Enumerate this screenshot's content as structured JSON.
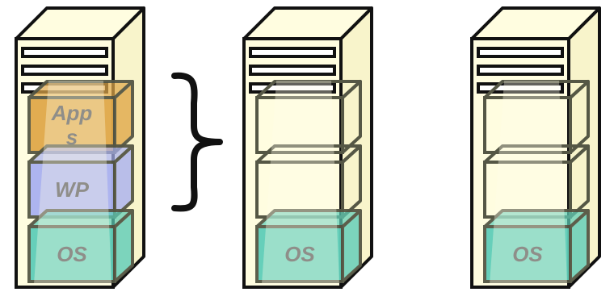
{
  "servers": [
    {
      "layers": [
        {
          "label_lines": [
            "App",
            "s"
          ],
          "fill": "#E0A84A"
        },
        {
          "label_lines": [
            "WP"
          ],
          "fill": "#A9B1F0"
        },
        {
          "label_lines": [
            "OS"
          ],
          "fill": "#5ECDB8"
        }
      ]
    },
    {
      "layers": [
        {
          "label_lines": [],
          "fill": "none"
        },
        {
          "label_lines": [],
          "fill": "none"
        },
        {
          "label_lines": [
            "OS"
          ],
          "fill": "#5ECDB8"
        }
      ]
    },
    {
      "layers": [
        {
          "label_lines": [],
          "fill": "none"
        },
        {
          "label_lines": [],
          "fill": "none"
        },
        {
          "label_lines": [
            "OS"
          ],
          "fill": "#5ECDB8"
        }
      ]
    }
  ],
  "colors": {
    "tower_body": "#FFFDE0",
    "tower_side": "#F8F4CB",
    "outline": "#111111",
    "box_outline": "#555745",
    "label_text": "#4A4A50",
    "light_beam": "#FFFBE8"
  }
}
